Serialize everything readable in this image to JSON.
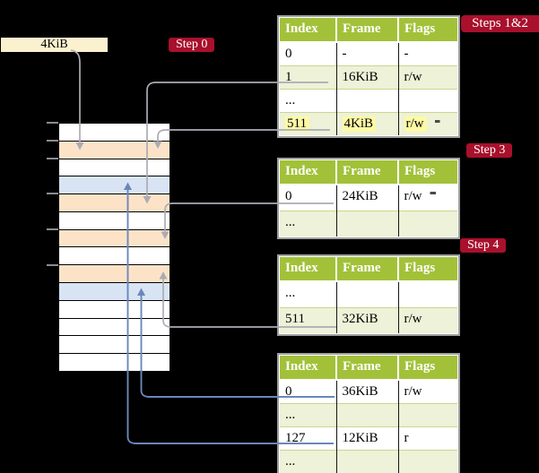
{
  "cr3_box": {
    "label": "4KiB"
  },
  "badges": {
    "step0": "Step 0",
    "steps12": "Steps 1&2",
    "step3": "Step 3",
    "step4": "Step 4"
  },
  "memory": {
    "rows": [
      {
        "color": "white"
      },
      {
        "color": "orange"
      },
      {
        "color": "white"
      },
      {
        "color": "blue"
      },
      {
        "color": "orange"
      },
      {
        "color": "white"
      },
      {
        "color": "orange"
      },
      {
        "color": "white"
      },
      {
        "color": "orange"
      },
      {
        "color": "blue"
      },
      {
        "color": "white"
      },
      {
        "color": "white"
      },
      {
        "color": "white"
      },
      {
        "color": "white"
      }
    ]
  },
  "tables": [
    {
      "id": "table-steps-1-2",
      "headers": [
        "Index",
        "Frame",
        "Flags"
      ],
      "rows": [
        {
          "index": "0",
          "frame": "-",
          "flags": "-"
        },
        {
          "index": "1",
          "frame": "16KiB",
          "flags": "r/w"
        },
        {
          "index": "...",
          "frame": "",
          "flags": ""
        },
        {
          "index": "511",
          "frame": "4KiB",
          "flags": "r/w",
          "highlighted": true
        }
      ]
    },
    {
      "id": "table-step-3",
      "headers": [
        "Index",
        "Frame",
        "Flags"
      ],
      "rows": [
        {
          "index": "0",
          "frame": "24KiB",
          "flags": "r/w"
        },
        {
          "index": "...",
          "frame": "",
          "flags": ""
        }
      ]
    },
    {
      "id": "table-step-4",
      "headers": [
        "Index",
        "Frame",
        "Flags"
      ],
      "rows": [
        {
          "index": "...",
          "frame": "",
          "flags": ""
        },
        {
          "index": "511",
          "frame": "32KiB",
          "flags": "r/w"
        }
      ]
    },
    {
      "id": "table-final",
      "headers": [
        "Index",
        "Frame",
        "Flags"
      ],
      "rows": [
        {
          "index": "0",
          "frame": "36KiB",
          "flags": "r/w"
        },
        {
          "index": "...",
          "frame": "",
          "flags": ""
        },
        {
          "index": "127",
          "frame": "12KiB",
          "flags": "r"
        },
        {
          "index": "...",
          "frame": "",
          "flags": ""
        }
      ]
    }
  ],
  "arrows": [
    {
      "id": "cr3-box-to-frame",
      "color": "gray"
    },
    {
      "id": "table1-entry-1-to-frame",
      "color": "gray"
    },
    {
      "id": "table1-entry-511-to-frame",
      "color": "gray"
    },
    {
      "id": "table2-entry-0-to-frame",
      "color": "gray"
    },
    {
      "id": "table3-entry-511-to-frame",
      "color": "gray"
    },
    {
      "id": "table4-entry-0-to-frame",
      "color": "blue"
    },
    {
      "id": "table4-entry-127-to-frame",
      "color": "blue"
    }
  ],
  "colors": {
    "background": "#000000",
    "badge_red": "#a8102c",
    "cr3_box_bg": "#fcf1cf",
    "table_header_green": "#a2c139",
    "table_row_green": "#edf2d8",
    "table_row_white": "#ffffff",
    "highlight_yellow": "#fdf9a6",
    "frame_orange": "#fce3c8",
    "frame_blue": "#d8e4f4",
    "arrow_gray": "#abacb4",
    "arrow_blue": "#6b87bb"
  }
}
